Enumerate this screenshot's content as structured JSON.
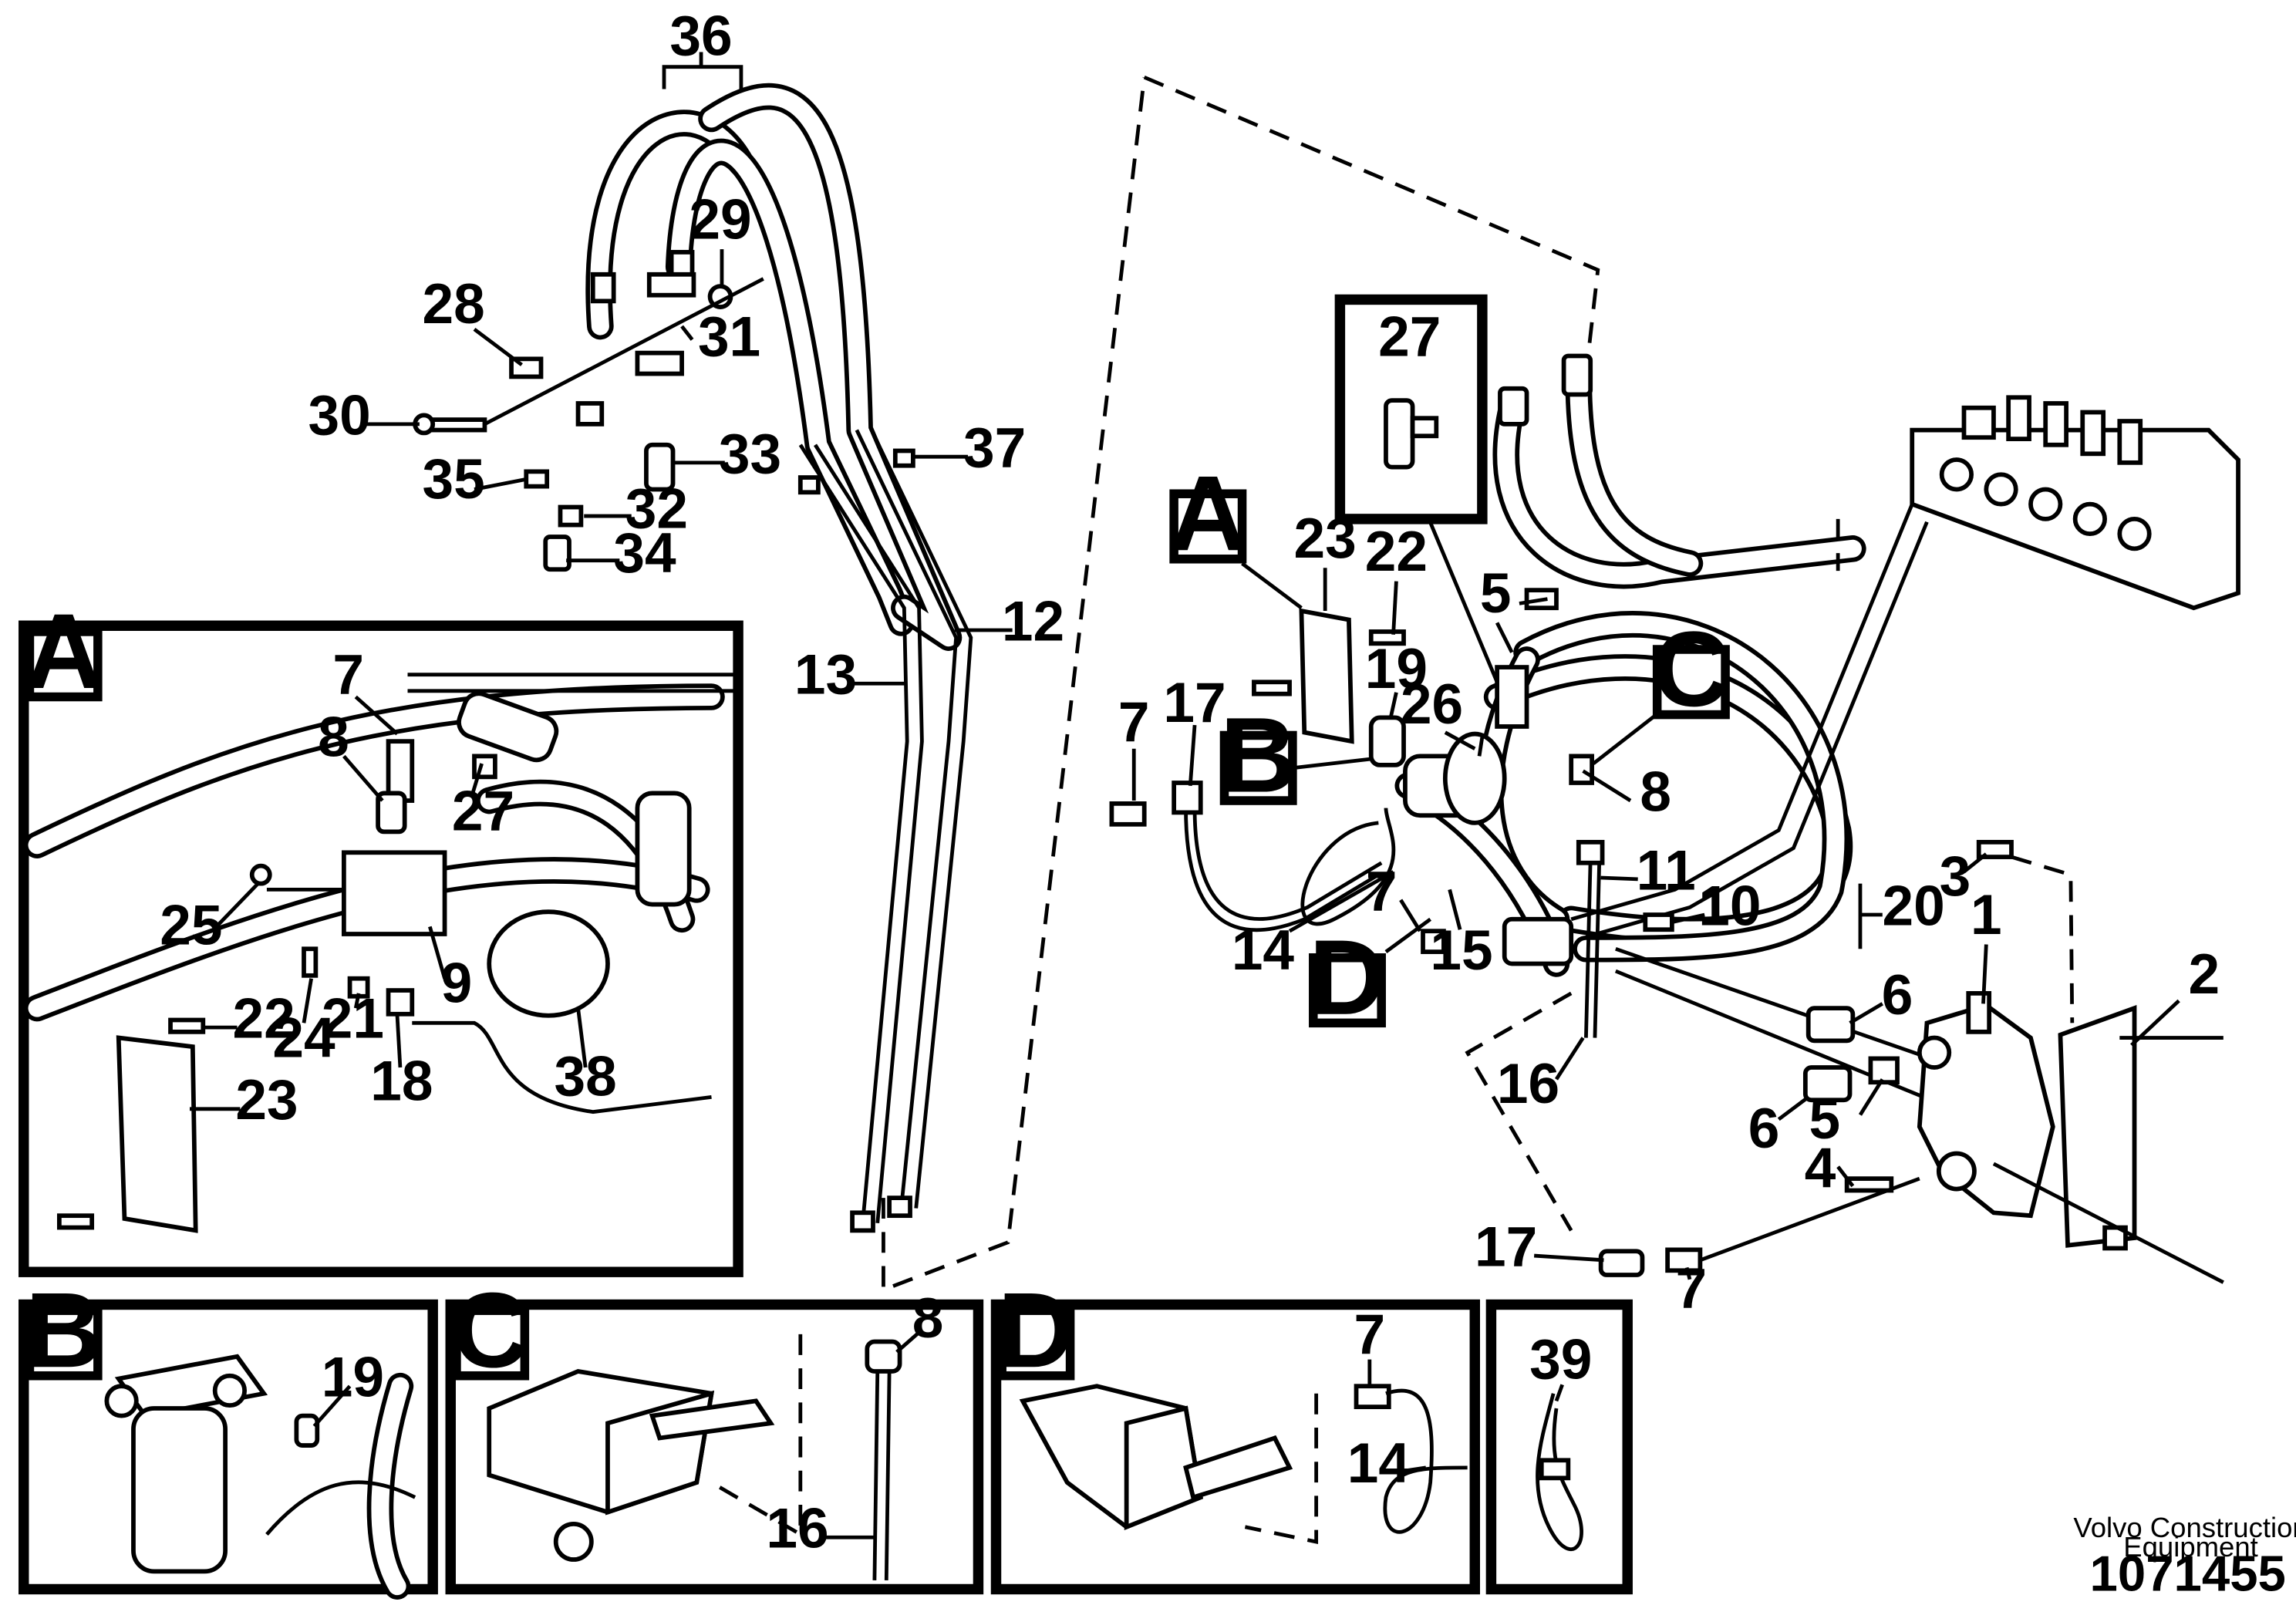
{
  "callouts": {
    "c1": "1",
    "c2": "2",
    "c3": "3",
    "c4": "4",
    "c5": "5",
    "c6": "6",
    "c7": "7",
    "c8": "8",
    "c9": "9",
    "c10": "10",
    "c11": "11",
    "c12": "12",
    "c13": "13",
    "c14": "14",
    "c15": "15",
    "c16": "16",
    "c17": "17",
    "c18": "18",
    "c19": "19",
    "c20": "20",
    "c21": "21",
    "c22": "22",
    "c23": "23",
    "c24": "24",
    "c25": "25",
    "c26": "26",
    "c27": "27",
    "c28": "28",
    "c29": "29",
    "c30": "30",
    "c31": "31",
    "c32": "32",
    "c33": "33",
    "c34": "34",
    "c35": "35",
    "c36": "36",
    "c37": "37",
    "c38": "38",
    "c39": "39"
  },
  "detail_letters": {
    "a": "A",
    "b": "B",
    "c": "C",
    "d": "D"
  },
  "footer": {
    "brand_line1": "Volvo Construction",
    "brand_line2": "Equipment",
    "doc_number": "1071455"
  }
}
